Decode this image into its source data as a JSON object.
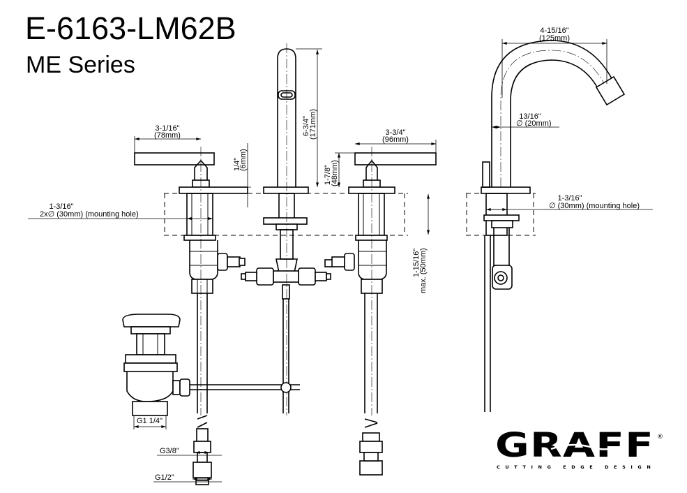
{
  "header": {
    "model": "E-6163-LM62B",
    "series": "ME Series"
  },
  "dimensions": {
    "left_handle_width_in": "3-1/16\"",
    "left_handle_width_mm": "(78mm)",
    "handle_clearance_in": "1/4\"",
    "handle_clearance_mm": "(6mm)",
    "spout_height_in": "6-3/4\"",
    "spout_height_mm": "(171mm)",
    "handle_height_in": "1-7/8\"",
    "handle_height_mm": "(48mm)",
    "right_handle_width_in": "3-3/4\"",
    "right_handle_width_mm": "(96mm)",
    "mounting_hole_left_in": "1-3/16\"",
    "mounting_hole_left_mm": "2x∅ (30mm) (mounting hole)",
    "deck_thickness_in": "1-15/16\"",
    "deck_thickness_mm": "max. (50mm)",
    "spout_reach_in": "4-15/16\"",
    "spout_reach_mm": "(125mm)",
    "spout_dia_in": "13/16\"",
    "spout_dia_mm": "∅ (20mm)",
    "mounting_hole_right_in": "1-3/16\"",
    "mounting_hole_right_mm": "∅ (30mm) (mounting hole)",
    "drain_thread": "G1 1/4\"",
    "supply_thread_small": "G3/8\"",
    "supply_thread_large": "G1/2\""
  },
  "logo": {
    "brand": "GRAFF",
    "registered": "®",
    "tagline": "CUTTING EDGE DESIGN"
  }
}
